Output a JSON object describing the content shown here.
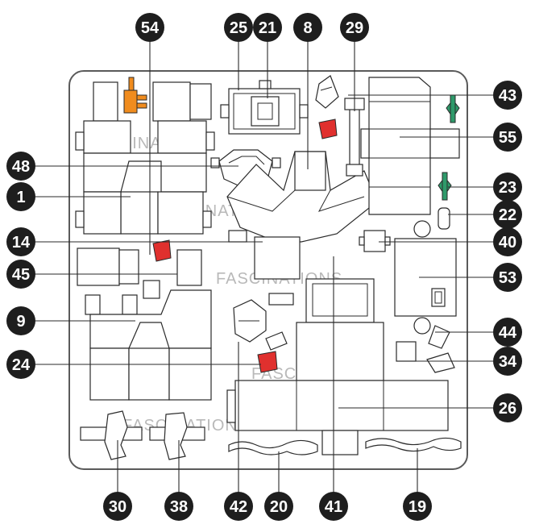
{
  "watermark": "FASCINATIONS",
  "colors": {
    "sheet_border": "#5a5a5a",
    "callout_fill": "#1e1e1e",
    "accent_orange": "#f08c1e",
    "accent_red": "#e0302e",
    "accent_green": "#2e9a6a"
  },
  "callouts": [
    {
      "id": "c54",
      "label": "54"
    },
    {
      "id": "c25",
      "label": "25"
    },
    {
      "id": "c21",
      "label": "21"
    },
    {
      "id": "c8",
      "label": "8"
    },
    {
      "id": "c29",
      "label": "29"
    },
    {
      "id": "c43",
      "label": "43"
    },
    {
      "id": "c55",
      "label": "55"
    },
    {
      "id": "c48",
      "label": "48"
    },
    {
      "id": "c23",
      "label": "23"
    },
    {
      "id": "c1",
      "label": "1"
    },
    {
      "id": "c22",
      "label": "22"
    },
    {
      "id": "c14",
      "label": "14"
    },
    {
      "id": "c40",
      "label": "40"
    },
    {
      "id": "c45",
      "label": "45"
    },
    {
      "id": "c53",
      "label": "53"
    },
    {
      "id": "c9",
      "label": "9"
    },
    {
      "id": "c44",
      "label": "44"
    },
    {
      "id": "c24",
      "label": "24"
    },
    {
      "id": "c34",
      "label": "34"
    },
    {
      "id": "c26",
      "label": "26"
    },
    {
      "id": "c30",
      "label": "30"
    },
    {
      "id": "c38",
      "label": "38"
    },
    {
      "id": "c42",
      "label": "42"
    },
    {
      "id": "c20",
      "label": "20"
    },
    {
      "id": "c41",
      "label": "41"
    },
    {
      "id": "c19",
      "label": "19"
    }
  ]
}
